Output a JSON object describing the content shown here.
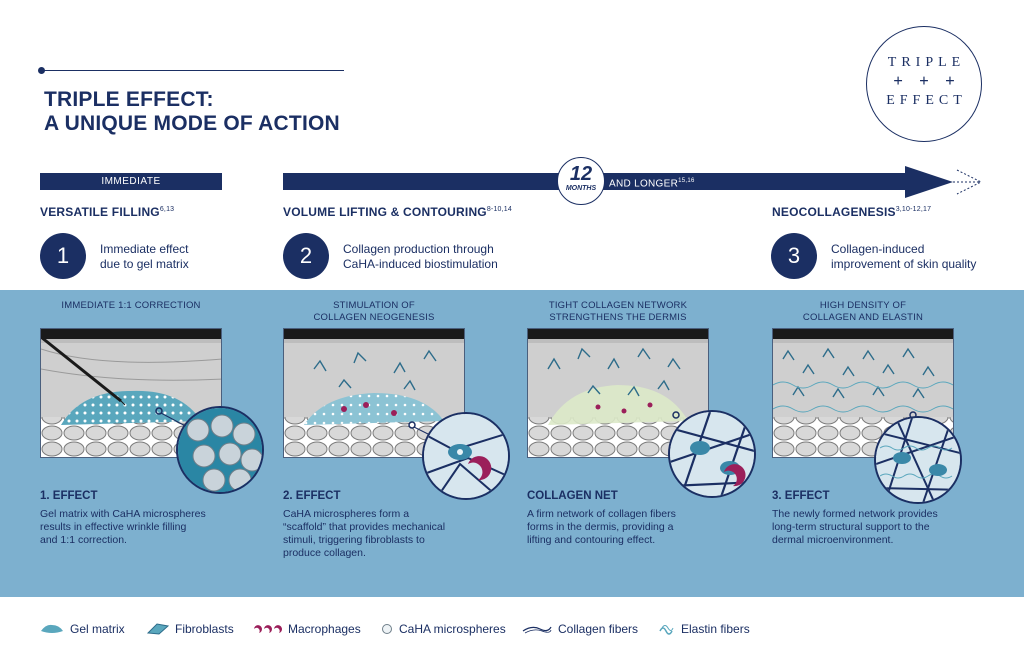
{
  "title": {
    "line1": "TRIPLE EFFECT:",
    "line2": "A UNIQUE MODE OF ACTION"
  },
  "logo": {
    "line1": "TRIPLE",
    "line2": "+ + +",
    "line3": "EFFECT"
  },
  "timeline": {
    "immediate_label": "IMMEDIATE",
    "longer_label": "AND LONGER",
    "longer_sup": "15,16",
    "months_number": "12",
    "months_label": "MONTHS"
  },
  "phases": [
    {
      "title": "VERSATILE FILLING",
      "sup": "6,13",
      "number": "1",
      "desc1": "Immediate effect",
      "desc2": "due to gel matrix"
    },
    {
      "title": "VOLUME LIFTING & CONTOURING",
      "sup": "8-10,14",
      "number": "2",
      "desc1": "Collagen production through",
      "desc2": "CaHA-induced biostimulation"
    },
    {
      "title": "NEOCOLLAGENESIS",
      "sup": "3,10-12,17",
      "number": "3",
      "desc1": "Collagen-induced",
      "desc2": "improvement of skin quality"
    }
  ],
  "panels": [
    {
      "caption1": "IMMEDIATE 1:1 CORRECTION",
      "caption2": "",
      "effect_title": "1. EFFECT",
      "text1": "Gel matrix with CaHA microspheres",
      "text2": "results in effective wrinkle filling",
      "text3": "and 1:1 correction.",
      "text4": ""
    },
    {
      "caption1": "STIMULATION OF",
      "caption2": "COLLAGEN NEOGENESIS",
      "effect_title": "2. EFFECT",
      "text1": "CaHA microspheres form a",
      "text2": "“scaffold” that provides mechanical",
      "text3": "stimuli, triggering fibroblasts to",
      "text4": "produce collagen."
    },
    {
      "caption1": "TIGHT COLLAGEN NETWORK",
      "caption2": "STRENGTHENS THE DERMIS",
      "effect_title": "COLLAGEN NET",
      "text1": "A firm network of collagen fibers",
      "text2": "forms in the dermis, providing a",
      "text3": "lifting and contouring effect.",
      "text4": ""
    },
    {
      "caption1": "HIGH DENSITY OF",
      "caption2": "COLLAGEN AND ELASTIN",
      "effect_title": "3. EFFECT",
      "text1": "The newly formed network provides",
      "text2": "long-term structural support to the",
      "text3": "dermal microenvironment.",
      "text4": ""
    }
  ],
  "legend": [
    {
      "label": "Gel matrix",
      "icon": "gel-matrix-icon"
    },
    {
      "label": "Fibroblasts",
      "icon": "fibroblast-icon"
    },
    {
      "label": "Macrophages",
      "icon": "macrophage-icon"
    },
    {
      "label": "CaHA microspheres",
      "icon": "microsphere-icon"
    },
    {
      "label": "Collagen fibers",
      "icon": "collagen-fiber-icon"
    },
    {
      "label": "Elastin fibers",
      "icon": "elastin-fiber-icon"
    }
  ],
  "colors": {
    "navy": "#1b2f63",
    "panel_blue": "#7db0cf",
    "gel_teal": "#5aa7bd",
    "macrophage_magenta": "#9b1f5a"
  }
}
